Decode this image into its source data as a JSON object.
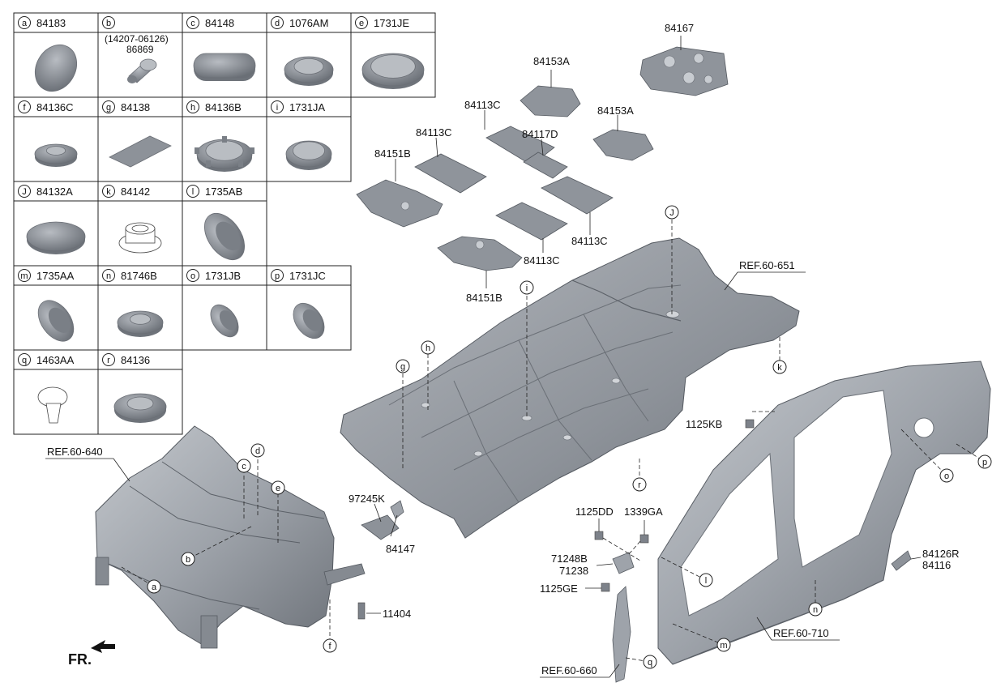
{
  "grid": {
    "cells": [
      {
        "letter": "a",
        "code": "84183",
        "extra": ""
      },
      {
        "letter": "b",
        "code": "86869",
        "extra": "(14207-06126)"
      },
      {
        "letter": "c",
        "code": "84148",
        "extra": ""
      },
      {
        "letter": "d",
        "code": "1076AM",
        "extra": ""
      },
      {
        "letter": "e",
        "code": "1731JE",
        "extra": ""
      },
      {
        "letter": "f",
        "code": "84136C",
        "extra": ""
      },
      {
        "letter": "g",
        "code": "84138",
        "extra": ""
      },
      {
        "letter": "h",
        "code": "84136B",
        "extra": ""
      },
      {
        "letter": "i",
        "code": "1731JA",
        "extra": ""
      },
      {
        "letter": "J",
        "code": "84132A",
        "extra": ""
      },
      {
        "letter": "k",
        "code": "84142",
        "extra": ""
      },
      {
        "letter": "l",
        "code": "1735AB",
        "extra": ""
      },
      {
        "letter": "m",
        "code": "1735AA",
        "extra": ""
      },
      {
        "letter": "n",
        "code": "81746B",
        "extra": ""
      },
      {
        "letter": "o",
        "code": "1731JB",
        "extra": ""
      },
      {
        "letter": "p",
        "code": "1731JC",
        "extra": ""
      },
      {
        "letter": "q",
        "code": "1463AA",
        "extra": ""
      },
      {
        "letter": "r",
        "code": "84136",
        "extra": ""
      }
    ]
  },
  "parts": {
    "p84167": "84167",
    "p84153a_1": "84153A",
    "p84153a_2": "84153A",
    "p84113c_1": "84113C",
    "p84113c_2": "84113C",
    "p84117d": "84117D",
    "p84151b_1": "84151B",
    "p84113c_3": "84113C",
    "p84113c_4": "84113C",
    "p84151b_2": "84151B",
    "p97245k": "97245K",
    "p84147": "84147",
    "p11404": "11404",
    "p1125kb": "1125KB",
    "p1125dd": "1125DD",
    "p1339ga": "1339GA",
    "p71248b": "71248B",
    "p71238": "71238",
    "p1125ge": "1125GE",
    "p84126r": "84126R",
    "p84116": "84116"
  },
  "refs": {
    "ref640": "REF.60-640",
    "ref651": "REF.60-651",
    "ref710": "REF.60-710",
    "ref660": "REF.60-660"
  },
  "callouts": {
    "a": "a",
    "b": "b",
    "c": "c",
    "d": "d",
    "e": "e",
    "f": "f",
    "g": "g",
    "h": "h",
    "i": "i",
    "J": "J",
    "k": "k",
    "l": "l",
    "m": "m",
    "n": "n",
    "o": "o",
    "p": "p",
    "q": "q",
    "r": "r"
  },
  "direction": {
    "label": "FR."
  },
  "colors": {
    "metal": "#9ea3aa",
    "metal_dark": "#6e737a",
    "line": "#222222"
  }
}
